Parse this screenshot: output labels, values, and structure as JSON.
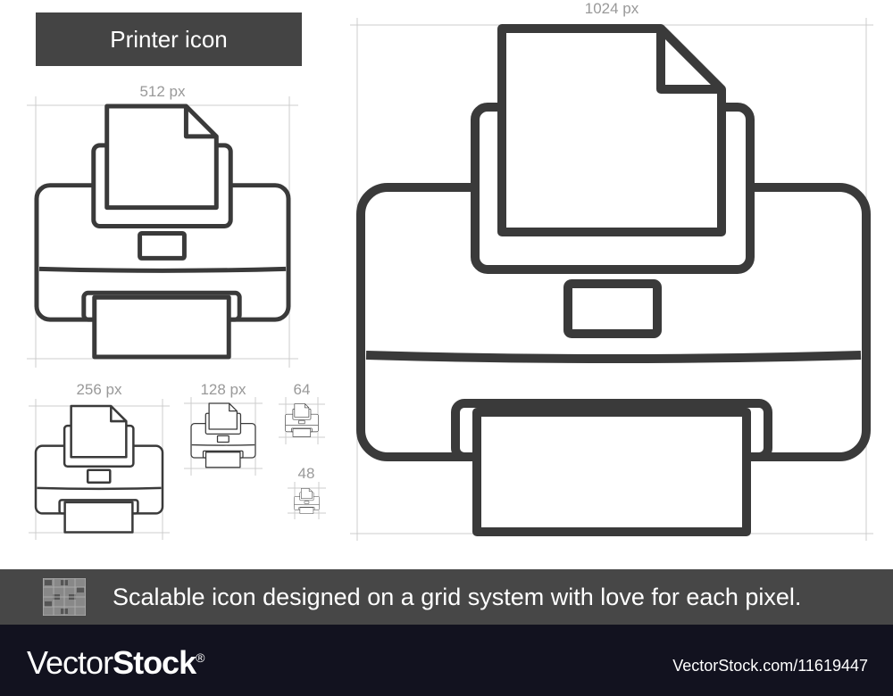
{
  "title": "Printer icon",
  "sizes": {
    "s1024": "1024 px",
    "s512": "512 px",
    "s256": "256 px",
    "s128": "128 px",
    "s64": "64",
    "s48": "48"
  },
  "banner": {
    "text": "Scalable icon designed on a grid system with love for each pixel.",
    "icon": "grid-icon"
  },
  "footer": {
    "logo_light": "Vector",
    "logo_bold": "Stock",
    "logo_mark": "®",
    "ref": "VectorStock.com/11619447"
  },
  "colors": {
    "icon_stroke": "#3a3a3a",
    "banner": "#474747",
    "footer": "#12121f",
    "title_bg": "#444444"
  }
}
